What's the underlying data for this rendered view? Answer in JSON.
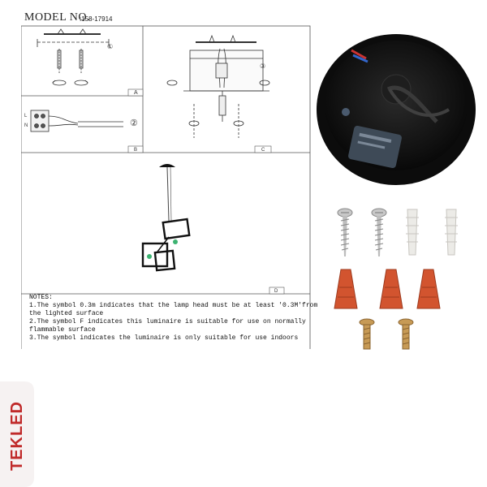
{
  "header": {
    "model_label": "MODEL NO.",
    "model_number": ":158-17914"
  },
  "panels": {
    "a": {
      "label": "A",
      "step": "①"
    },
    "b": {
      "label": "B",
      "step": "②",
      "terminal_l": "L",
      "terminal_n": "N"
    },
    "c": {
      "label": "C",
      "step": "③"
    },
    "d": {
      "label": "D"
    }
  },
  "notes": {
    "title": "NOTES:",
    "line1": "1.The symbol 0.3m indicates that the lamp head must be at least '0.3M'from",
    "line1b": "the lighted surface",
    "line2": "2.The symbol  F  indicates this luminaire is suitable for use on normally",
    "line2b": "flammable surface",
    "line3": "3.The symbol    indicates the luminaire is only suitable for use indoors",
    "symbol_distance": "0.3m",
    "symbol_f": "F"
  },
  "brand": {
    "name": "TEKLED",
    "color": "#c02a2a"
  },
  "components": {
    "ceiling_cup_color": "#141414",
    "wire_nut_color": "#d2542f",
    "screw_color": "#b9b9b9",
    "anchor_color": "#e8e6e2",
    "brass_screw_color": "#c79a55"
  }
}
